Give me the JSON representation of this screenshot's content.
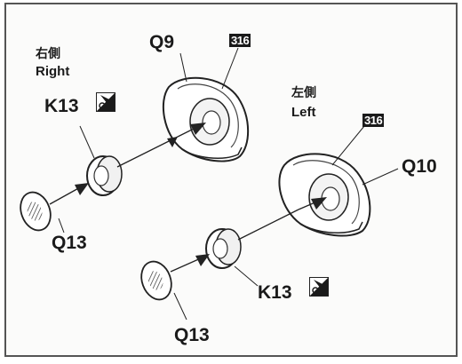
{
  "labels": {
    "q9": "Q9",
    "q10": "Q10",
    "q13_right": "Q13",
    "q13_left": "Q13",
    "k13_right": "K13",
    "k13_left": "K13",
    "right_jp": "右側",
    "right_en": "Right",
    "left_jp": "左側",
    "left_en": "Left"
  },
  "badges": {
    "paint_right": "316",
    "paint_left": "316"
  },
  "icons": {
    "cement": "plastic-cement-icon"
  },
  "colors": {
    "ink": "#1a1a1a",
    "paper": "#fbfbfa",
    "frame": "#555555"
  }
}
